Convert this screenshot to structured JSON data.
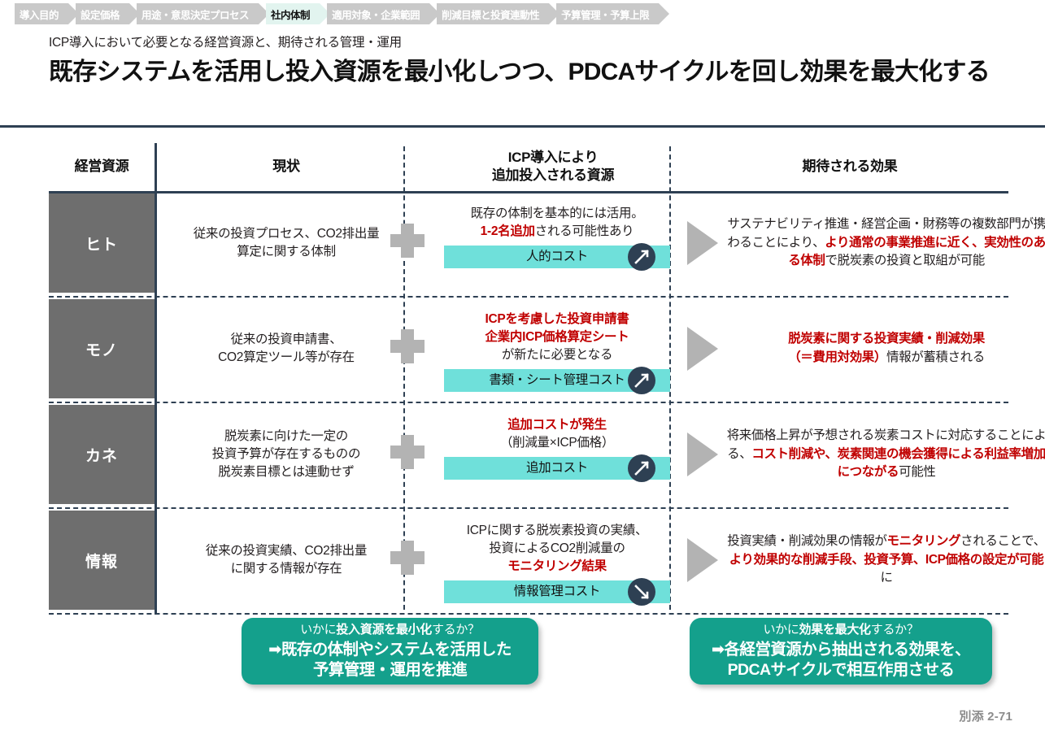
{
  "breadcrumb": {
    "items": [
      {
        "label": "導入目的",
        "active": false
      },
      {
        "label": "設定価格",
        "active": false
      },
      {
        "label": "用途・意思決定プロセス",
        "active": false
      },
      {
        "label": "社内体制",
        "active": true
      },
      {
        "label": "適用対象・企業範囲",
        "active": false
      },
      {
        "label": "削減目標と投資連動性",
        "active": false
      },
      {
        "label": "予算管理・予算上限",
        "active": false
      }
    ]
  },
  "header": {
    "subtitle": "ICP導入において必要となる経営資源と、期待される管理・運用",
    "title": "既存システムを活用し投入資源を最小化しつつ、PDCAサイクルを回し効果を最大化する"
  },
  "table": {
    "columns": {
      "resource": "経営資源",
      "current": "現状",
      "added_line1": "ICP導入により",
      "added_line2": "追加投入される資源",
      "effect": "期待される効果"
    },
    "rows": [
      {
        "resource": "ヒト",
        "current": "従来の投資プロセス、CO2排出量\n算定に関する体制",
        "added": {
          "plain_before": "既存の体制を基本的には活用。",
          "red": "1-2名追加",
          "plain_after": "される可能性あり",
          "badge_label": "人的コスト",
          "badge_arrow": "arrow-up-right-icon"
        },
        "effect": {
          "p1": "サステナビリティ推進・経営企画・財務等の複数部門が携わることにより、",
          "r1": "より通常の事業推進に近く、実効性のある体制",
          "p2": "で脱炭素の投資と取組が可能"
        }
      },
      {
        "resource": "モノ",
        "current": "従来の投資申請書、\nCO2算定ツール等が存在",
        "added": {
          "red_line1": "ICPを考慮した投資申請書",
          "red_line2": "企業内ICP価格算定シート",
          "plain_after": "が新たに必要となる",
          "badge_label": "書類・シート管理コスト",
          "badge_arrow": "arrow-up-right-icon"
        },
        "effect": {
          "r1": "脱炭素に関する投資実績・削減効果\n（＝費用対効果）",
          "p2": "情報が蓄積される"
        }
      },
      {
        "resource": "カネ",
        "current": "脱炭素に向けた一定の\n投資予算が存在するものの\n脱炭素目標とは連動せず",
        "added": {
          "red_line1": "追加コストが発生",
          "plain_after": "（削減量×ICP価格）",
          "badge_label": "追加コスト",
          "badge_arrow": "arrow-up-right-icon"
        },
        "effect": {
          "p1": "将来価格上昇が予想される炭素コストに対応することによる、",
          "r1": "コスト削減や、炭素関連の機会獲得による利益率増加につながる",
          "p2": "可能性"
        }
      },
      {
        "resource": "情報",
        "current": "従来の投資実績、CO2排出量\nに関する情報が存在",
        "added": {
          "plain_before": "ICPに関する脱炭素投資の実績、\n投資によるCO2削減量の",
          "red_line1": "モニタリング結果",
          "badge_label": "情報管理コスト",
          "badge_arrow": "arrow-down-right-icon"
        },
        "effect": {
          "p1": "投資実績・削減効果の情報が",
          "r1": "モニタリング",
          "p2": "されることで、",
          "r2": "より効果的な削減手段、投資予算、ICP価格の設定が可能",
          "p3": "に"
        }
      }
    ]
  },
  "callouts": {
    "left": {
      "question_plain_1": "いかに",
      "question_bold": "投入資源を最小化",
      "question_plain_2": "するか？",
      "answer_line1": "➡既存の体制やシステムを活用した",
      "answer_line2": "予算管理・運用を推進"
    },
    "right": {
      "question_plain_1": "いかに",
      "question_bold": "効果を最大化",
      "question_plain_2": "するか？",
      "answer_line1": "➡各経営資源から抽出される効果を、",
      "answer_line2": "PDCAサイクルで相互作用させる"
    }
  },
  "footer": {
    "page_label": "別添 2-71"
  },
  "colors": {
    "accent_teal": "#14a08c",
    "badge_teal": "#6fe0da",
    "dark_navy": "#2e4053",
    "resource_grey": "#6e6e6e",
    "highlight_red": "#c00000",
    "crumb_grey": "#c9c9c9",
    "crumb_active": "#e2f4ef"
  }
}
